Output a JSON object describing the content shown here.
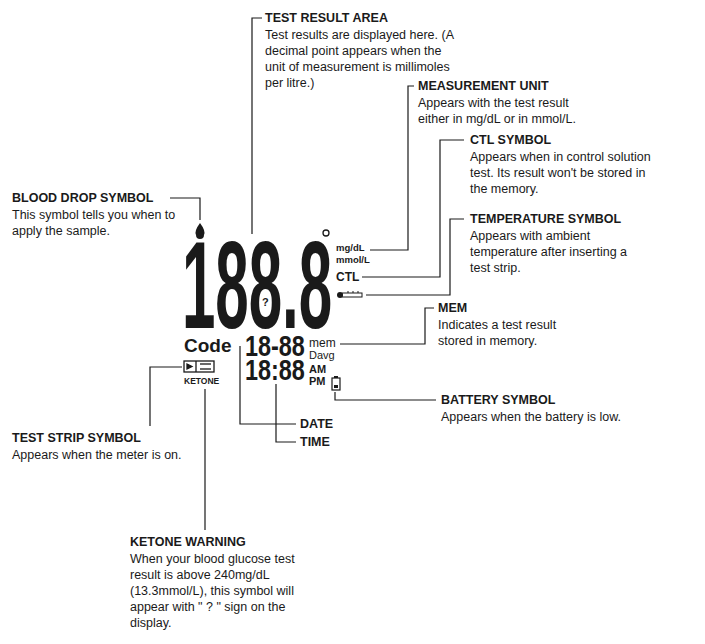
{
  "diagram": {
    "labels": [
      "TEST RESULT AREA",
      "Test results are displayed here. (A decimal point appears when the unit of measurement is millimoles per litre.)",
      "BLOOD DROP  SYMBOL",
      "This symbol tells you when to apply the sample.",
      "MEASUREMENT UNIT",
      "Appears with the test result either in mg/dL or in mmol/L.",
      "CTL SYMBOL",
      "Appears when in control solution test. Its result won't be stored in the memory.",
      "TEMPERATURE SYMBOL",
      "Appears with ambient temperature after inserting a test strip.",
      "188.8",
      "?",
      "mg/dL",
      "mmol/L",
      "CTL",
      "Code",
      "18-88",
      "mem",
      "Davg",
      "KETONE",
      "18:88",
      "AM",
      "PM",
      "MEM",
      "Indicates a test result stored in memory.",
      "TEST STRIP SYMBOL",
      "Appears when the meter is on.",
      "BATTERY SYMBOL",
      "Appears when the battery is low.",
      "DATE",
      "TIME",
      "KETONE WARNING",
      "When your blood glucose test result is above 240mg/dL (13.3mmol/L), this symbol will appear with \" ? \" sign on the display."
    ]
  }
}
